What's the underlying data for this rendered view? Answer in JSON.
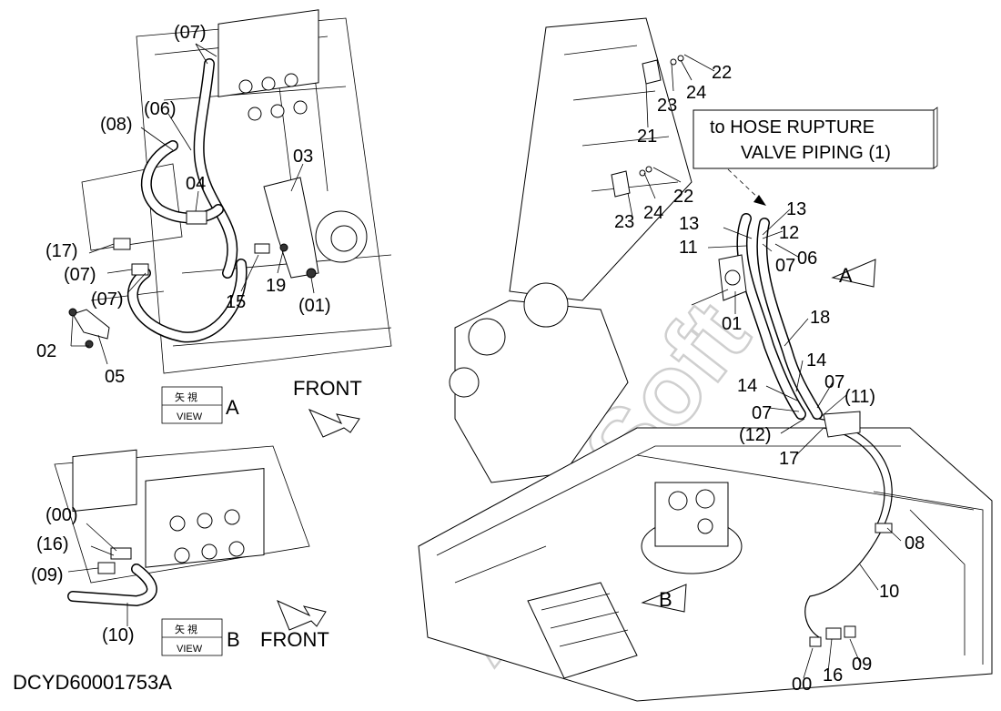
{
  "diagram": {
    "drawing_code": "DCYD60001753A",
    "callout": {
      "line1": "to HOSE RUPTURE",
      "line2": "VALVE PIPING (1)"
    },
    "view_a": {
      "kanji": "矢 視",
      "view": "VIEW",
      "letter": "A"
    },
    "view_b": {
      "kanji": "矢 視",
      "view": "VIEW",
      "letter": "B"
    },
    "front_a": "FRONT",
    "front_b": "FRONT",
    "marker_a": "A",
    "marker_b": "B",
    "watermark": "AutoSoft",
    "labels_left": {
      "p07_top": "(07)",
      "p08": "(08)",
      "p06": "(06)",
      "p04": "04",
      "p03": "03",
      "p17": "(17)",
      "p07_a": "(07)",
      "p07_b": "(07)",
      "p15": "15",
      "p19": "19",
      "p01": "(01)",
      "p02": "02",
      "p05": "05"
    },
    "labels_view_b": {
      "p00": "(00)",
      "p16": "(16)",
      "p09": "(09)",
      "p10": "(10)"
    },
    "labels_right": {
      "p22_top": "22",
      "p23_top": "23",
      "p24_top": "24",
      "p21": "21",
      "p23_mid": "23",
      "p24_mid": "24",
      "p22_mid": "22",
      "p13_a": "13",
      "p13_b": "13",
      "p12": "12",
      "p11": "11",
      "p06": "06",
      "p07": "07",
      "p01": "01",
      "p18": "18",
      "p14_a": "14",
      "p14_b": "14",
      "p07_a": "07",
      "p07_b": "07",
      "p11_paren": "(11)",
      "p12_paren": "(12)",
      "p17": "17",
      "p08": "08",
      "p10": "10",
      "p00": "00",
      "p16": "16",
      "p09": "09"
    }
  }
}
